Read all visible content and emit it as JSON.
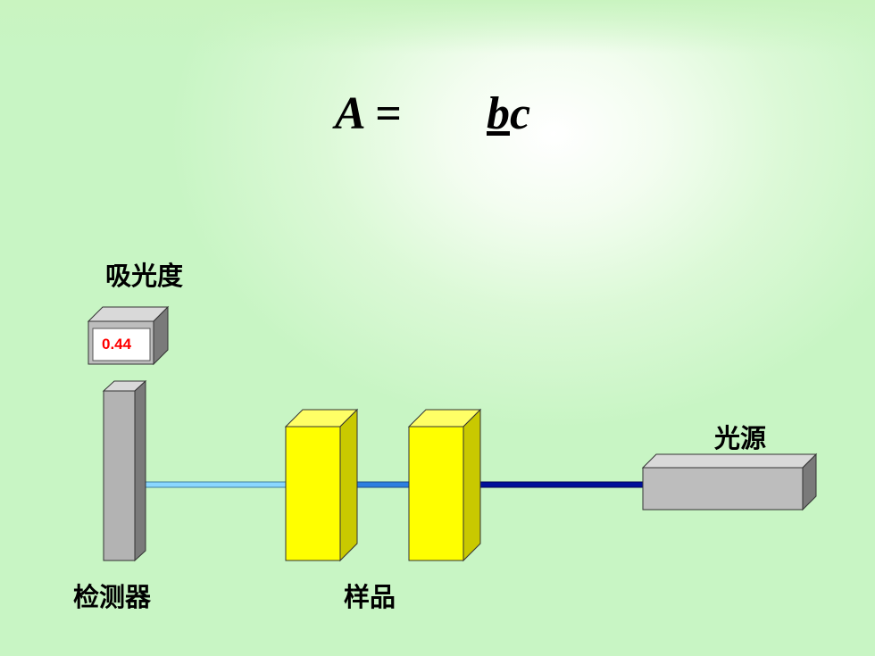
{
  "formula": {
    "lhs": "A =",
    "rhs_underlined": "b",
    "rhs_rest": "c"
  },
  "labels": {
    "absorbance": "吸光度",
    "light_source": "光源",
    "detector": "检测器",
    "sample": "样品"
  },
  "meter": {
    "reading": "0.44"
  },
  "colors": {
    "background": "#c8f5c4",
    "cuvette": "#ffff00",
    "cuvette_side": "#d6d600",
    "device": "#bdbdbd",
    "beam_in": "#00109a",
    "beam_mid": "#2d7fe0",
    "beam_out": "#8ad7ff",
    "reading_text": "#ff0000"
  },
  "icons": {
    "meter": "digital-meter-icon",
    "detector": "detector-slab-icon",
    "cuvettes": "cuvette-icon",
    "lamp": "lamp-housing-icon"
  }
}
